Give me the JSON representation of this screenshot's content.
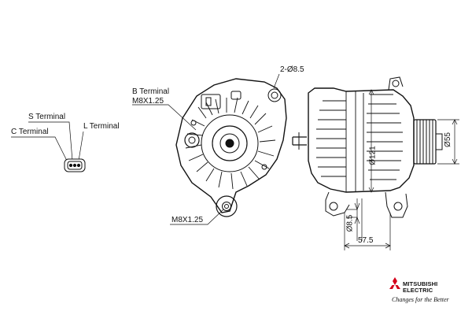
{
  "labels": {
    "b_terminal": "B Terminal",
    "b_thread": "M8X1.25",
    "s_terminal": "S Terminal",
    "c_terminal": "C Terminal",
    "l_terminal": "L Terminal",
    "m_thread": "M8X1.25",
    "hole_dia": "2-Ø8.5"
  },
  "dimensions": {
    "pulley_dia": "Ø55",
    "body_dia": "Ø121",
    "mount_hole": "Ø8.5",
    "length": "57.5"
  },
  "brand": {
    "name_line1": "MITSUBISHI",
    "name_line2": "ELECTRIC",
    "tagline": "Changes for the Better",
    "color": "#d4001a"
  }
}
